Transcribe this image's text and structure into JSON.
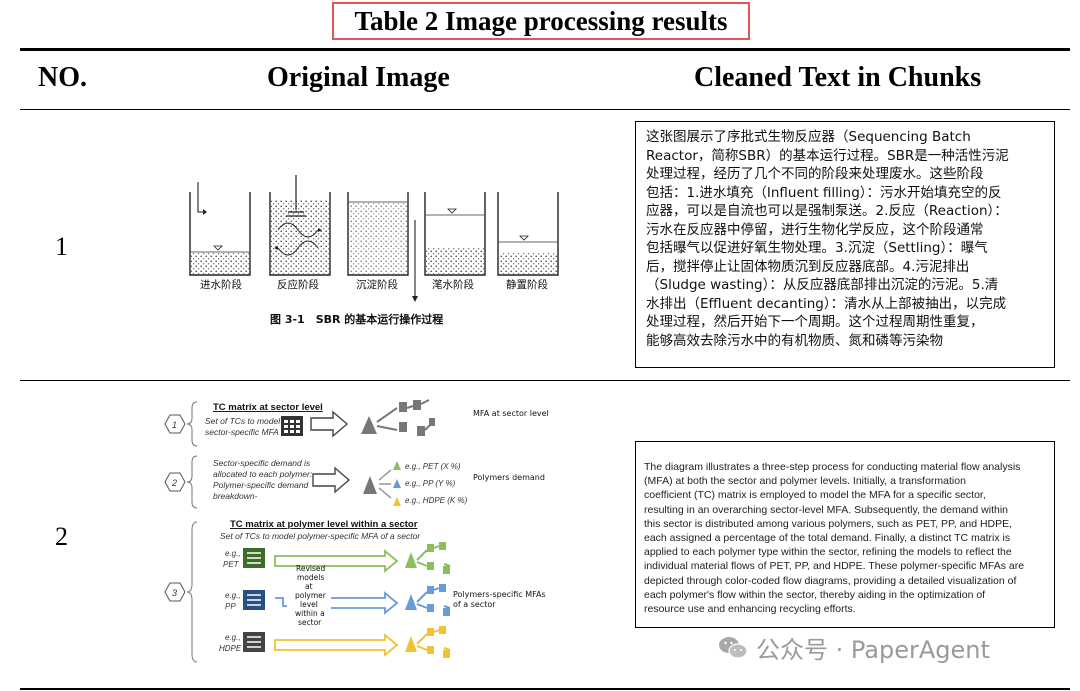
{
  "title": "Table 2 Image processing results",
  "headers": {
    "no": "NO.",
    "original": "Original Image",
    "cleaned": "Cleaned Text in Chunks"
  },
  "rows": [
    {
      "no": "1",
      "figure": {
        "stages": [
          "进水阶段",
          "反应阶段",
          "沉淀阶段",
          "滗水阶段",
          "静置阶段"
        ],
        "caption": "图 3-1　SBR 的基本运行操作过程"
      },
      "text_lines": [
        "这张图展示了序批式生物反应器（Sequencing Batch",
        "Reactor，简称SBR）的基本运行过程。SBR是一种活性污泥",
        "处理过程，经历了几个不同的阶段来处理废水。这些阶段",
        "包括：1.进水填充（Influent filling）：污水开始填充空的反",
        "应器，可以是自流也可以是强制泵送。2.反应（Reaction）：",
        "污水在反应器中停留，进行生物化学反应，这个阶段通常",
        "包括曝气以促进好氧生物处理。3.沉淀（Settling）：曝气",
        "后，搅拌停止让固体物质沉到反应器底部。4.污泥排出",
        "（Sludge wasting）：从反应器底部排出沉淀的污泥。5.清",
        "水排出（Effluent decanting）：清水从上部被抽出，以完成",
        "处理过程，然后开始下一个周期。这个过程周期性重复，",
        "能够高效去除污水中的有机物质、氮和磷等污染物"
      ]
    },
    {
      "no": "2",
      "figure": {
        "step1_title": "TC matrix at sector level",
        "step1_desc": [
          "Set of TCs to model",
          "sector-specific MFA"
        ],
        "step1_result": "MFA at sector level",
        "step2_desc": [
          "Sector-specific demand is",
          "allocated to each polymer:",
          "Polymer-specific demand",
          "breakdown-"
        ],
        "step2_items": [
          "e.g., PET (X %)",
          "e.g., PP (Y %)",
          "e.g., HDPE (K %)"
        ],
        "step2_result": "Polymers demand",
        "step3_title": "TC matrix at polymer level within a sector",
        "step3_desc": "Set of TCs to model polymer-specific MFA of a sector",
        "step3_polymers": [
          {
            "prefix": "e.g.,",
            "name": "PET"
          },
          {
            "prefix": "e.g.,",
            "name": "PP"
          },
          {
            "prefix": "e.g.,",
            "name": "HDPE"
          }
        ],
        "step3_note": [
          "Revised",
          "models",
          "at",
          "polymer",
          "level",
          "within a",
          "sector"
        ],
        "step3_result": [
          "Polymers-specific MFAs",
          "of a sector"
        ],
        "step_numbers": [
          "1",
          "2",
          "3"
        ]
      },
      "text_lines": [
        "The diagram illustrates a three-step process for conducting material flow analysis",
        "(MFA) at both the sector and polymer levels. Initially, a transformation",
        "coefficient (TC) matrix is employed to model the MFA for a specific sector,",
        "resulting in an overarching sector-level MFA. Subsequently, the demand within",
        "this sector is distributed among various polymers, such as PET, PP, and HDPE,",
        "each assigned a percentage of the total demand. Finally, a distinct TC matrix is",
        "applied to each polymer type within the sector, refining the models to reflect the",
        "individual material flows of PET, PP, and HDPE. These polymer-specific MFAs are",
        "depicted through color-coded flow diagrams, providing a detailed visualization of",
        "each polymer's flow within the sector, thereby aiding in the optimization of",
        "resource use and enhancing recycling efforts."
      ]
    }
  ],
  "watermark": "公众号 · PaperAgent",
  "colors": {
    "title_border": "#e05555",
    "pet": "#8bbf5a",
    "pp": "#6a9bd8",
    "hdpe": "#f0c330"
  }
}
